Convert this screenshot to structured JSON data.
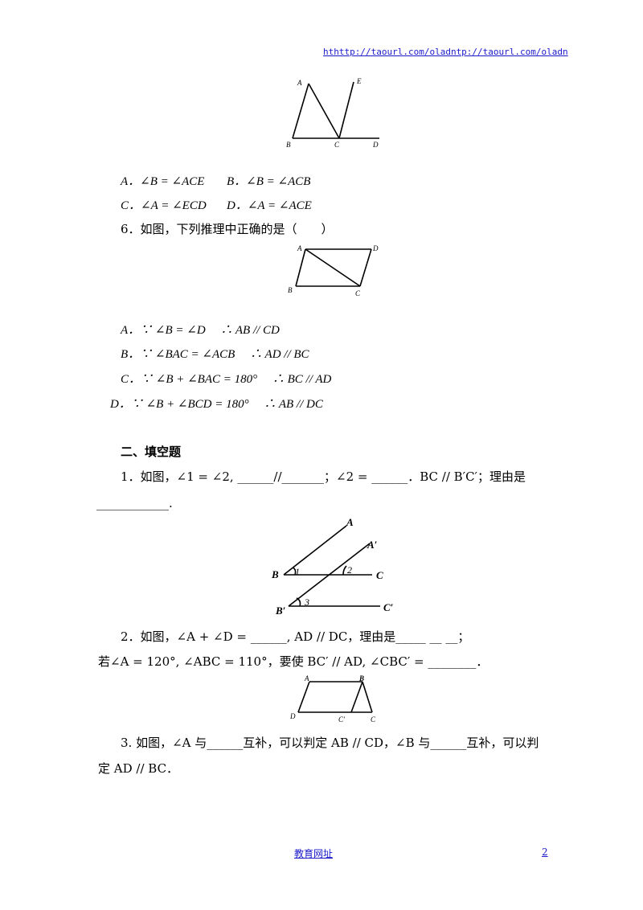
{
  "header": {
    "link": "hthttp://taourl.com/oladntp://taourl.com/oladn"
  },
  "figure_top": {
    "labels": [
      "A",
      "E",
      "B",
      "C",
      "D"
    ]
  },
  "q5_options": {
    "a": "A．∠B = ∠ACE",
    "b": "B．∠B = ∠ACB",
    "c": "C．∠A = ∠ECD",
    "d": "D．∠A = ∠ACE"
  },
  "q6": {
    "stem": "6．如图，下列推理中正确的是（　　）",
    "figure_labels": [
      "A",
      "D",
      "B",
      "C"
    ],
    "options": [
      "A．∵ ∠B = ∠D　 ∴ AB // CD",
      "B．∵ ∠BAC = ∠ACB　 ∴ AD // BC",
      "C．∵ ∠B + ∠BAC = 180°　 ∴ BC // AD",
      "D．∵ ∠B + ∠BCD = 180°　 ∴ AB // DC"
    ]
  },
  "section2": {
    "title": "二、填空题",
    "q1_line1": "1．如图，∠1 = ∠2, ______//_______；∠2 = ______．BC // B′C′；理由是",
    "q1_line2": "____________.",
    "q1_figure_labels": [
      "A",
      "A′",
      "B",
      "1",
      "2",
      "C",
      "B′",
      "3",
      "C′"
    ],
    "q2_line1": "2．如图，∠A + ∠D = ______, AD // DC，理由是_____ __ __；",
    "q2_line2": "若∠A = 120°, ∠ABC = 110°，要使 BC′ // AD, ∠CBC′ = ________．",
    "q2_figure_labels": [
      "A",
      "B",
      "D",
      "C′",
      "C"
    ],
    "q3_line1": "3. 如图，∠A 与______互补，可以判定 AB // CD，∠B 与______互补，可以判",
    "q3_line2": "定 AD // BC．"
  },
  "footer": {
    "link": "教育网址",
    "page": "2"
  }
}
